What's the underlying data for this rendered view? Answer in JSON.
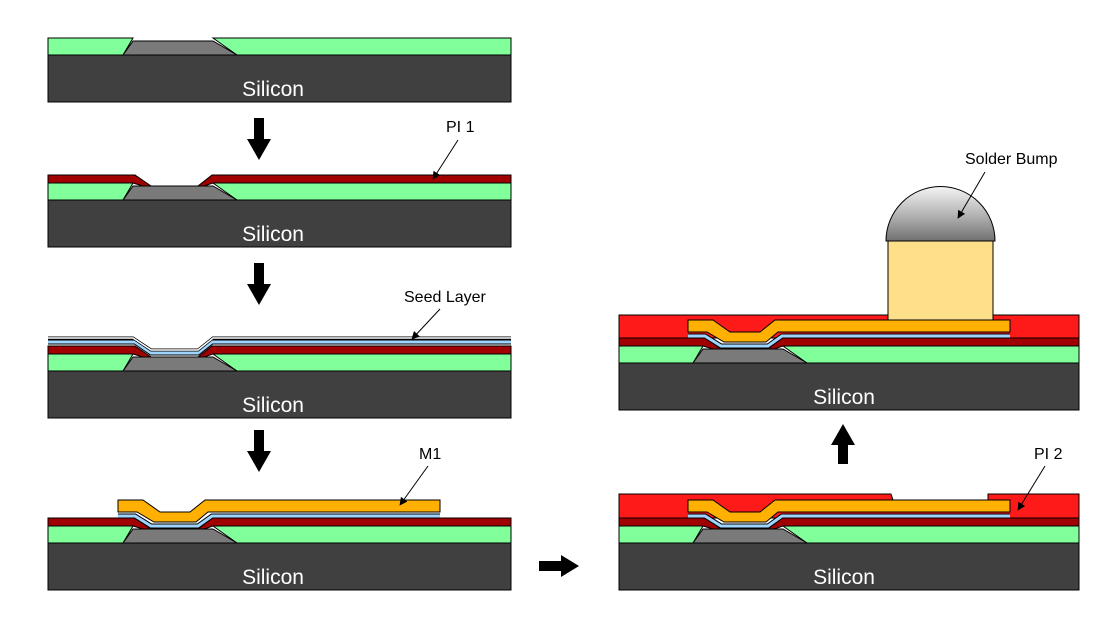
{
  "substrate_label": "Silicon",
  "labels": {
    "pi1": "PI 1",
    "seed_layer": "Seed Layer",
    "m1": "M1",
    "pi2": "PI 2",
    "solder_bump": "Solder Bump"
  },
  "colors": {
    "silicon": "#404040",
    "passivation": "#80ff9a",
    "pad": "#7a7a7a",
    "pi1": "#a00000",
    "pi2": "#ff1a1a",
    "seed": "#9fd4ff",
    "m1": "#ffb000",
    "ubm": "#ffe08a",
    "outline": "#000000"
  },
  "steps": [
    {
      "id": "step-1-bare-wafer"
    },
    {
      "id": "step-2-pi1-coat"
    },
    {
      "id": "step-3-seed-layer"
    },
    {
      "id": "step-4-m1-plating"
    },
    {
      "id": "step-5-pi2-coat"
    },
    {
      "id": "step-6-solder-bump"
    }
  ]
}
